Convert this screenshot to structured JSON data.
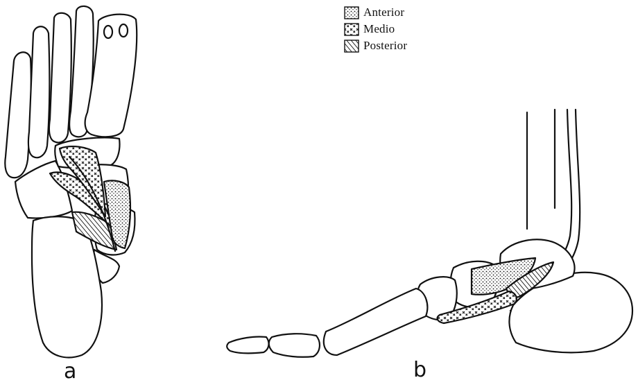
{
  "legend": {
    "items": [
      {
        "label": "Anterior",
        "pattern": "dots"
      },
      {
        "label": "Medio",
        "pattern": "crosses"
      },
      {
        "label": "Posterior",
        "pattern": "hatch"
      }
    ]
  },
  "panels": [
    {
      "id": "a",
      "label": "a"
    },
    {
      "id": "b",
      "label": "b"
    }
  ],
  "colors": {
    "ink": "#111111",
    "paper": "#ffffff"
  }
}
